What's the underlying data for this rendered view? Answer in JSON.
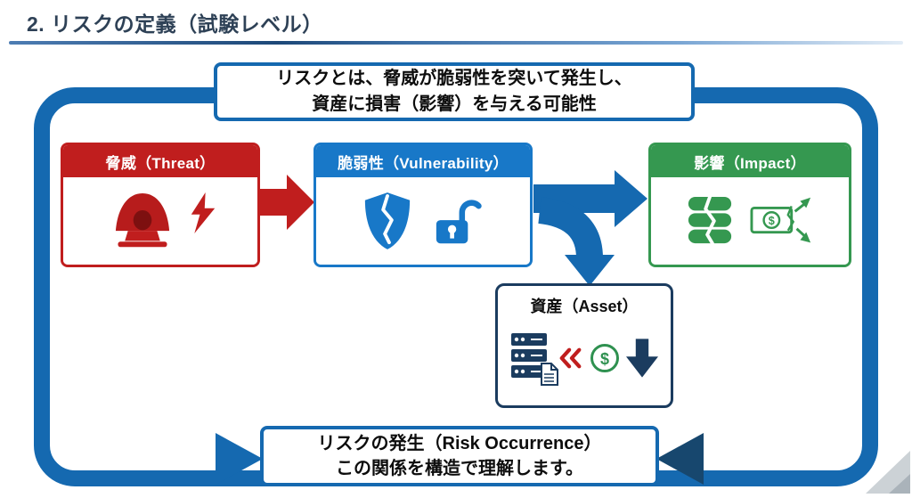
{
  "slide": {
    "title": "2. リスクの定義（試験レベル）"
  },
  "definition_box": {
    "line1": "リスクとは、脅威が脆弱性を突いて発生し、",
    "line2": "資産に損害（影響）を与える可能性"
  },
  "nodes": {
    "threat": {
      "label": "脅威（Threat）",
      "color": "#c01e1e",
      "icons": [
        "hacker-icon",
        "lightning-icon"
      ]
    },
    "vulnerability": {
      "label": "脆弱性（Vulnerability）",
      "color": "#1878c8",
      "icons": [
        "cracked-shield-icon",
        "open-padlock-icon"
      ]
    },
    "impact": {
      "label": "影響（Impact）",
      "color": "#359850",
      "icons": [
        "cracked-database-icon",
        "money-loss-icon"
      ]
    },
    "asset": {
      "label": "資産（Asset）",
      "border_color": "#1b3c5f",
      "icons": [
        "server-icon",
        "document-icon",
        "transfer-chevrons-icon",
        "dollar-coin-icon",
        "down-arrow-icon"
      ]
    }
  },
  "conclusion_box": {
    "line1": "リスクの発生（Risk Occurrence）",
    "line2": "この関係を構造で理解します。"
  },
  "colors": {
    "frame_blue": "#1569b0",
    "threat_red": "#c01e1e",
    "vulnerability_blue": "#1878c8",
    "impact_green": "#359850",
    "asset_navy": "#1b3c5f",
    "dark_navy_arrow": "#17476e",
    "title_text": "#2e4156"
  }
}
